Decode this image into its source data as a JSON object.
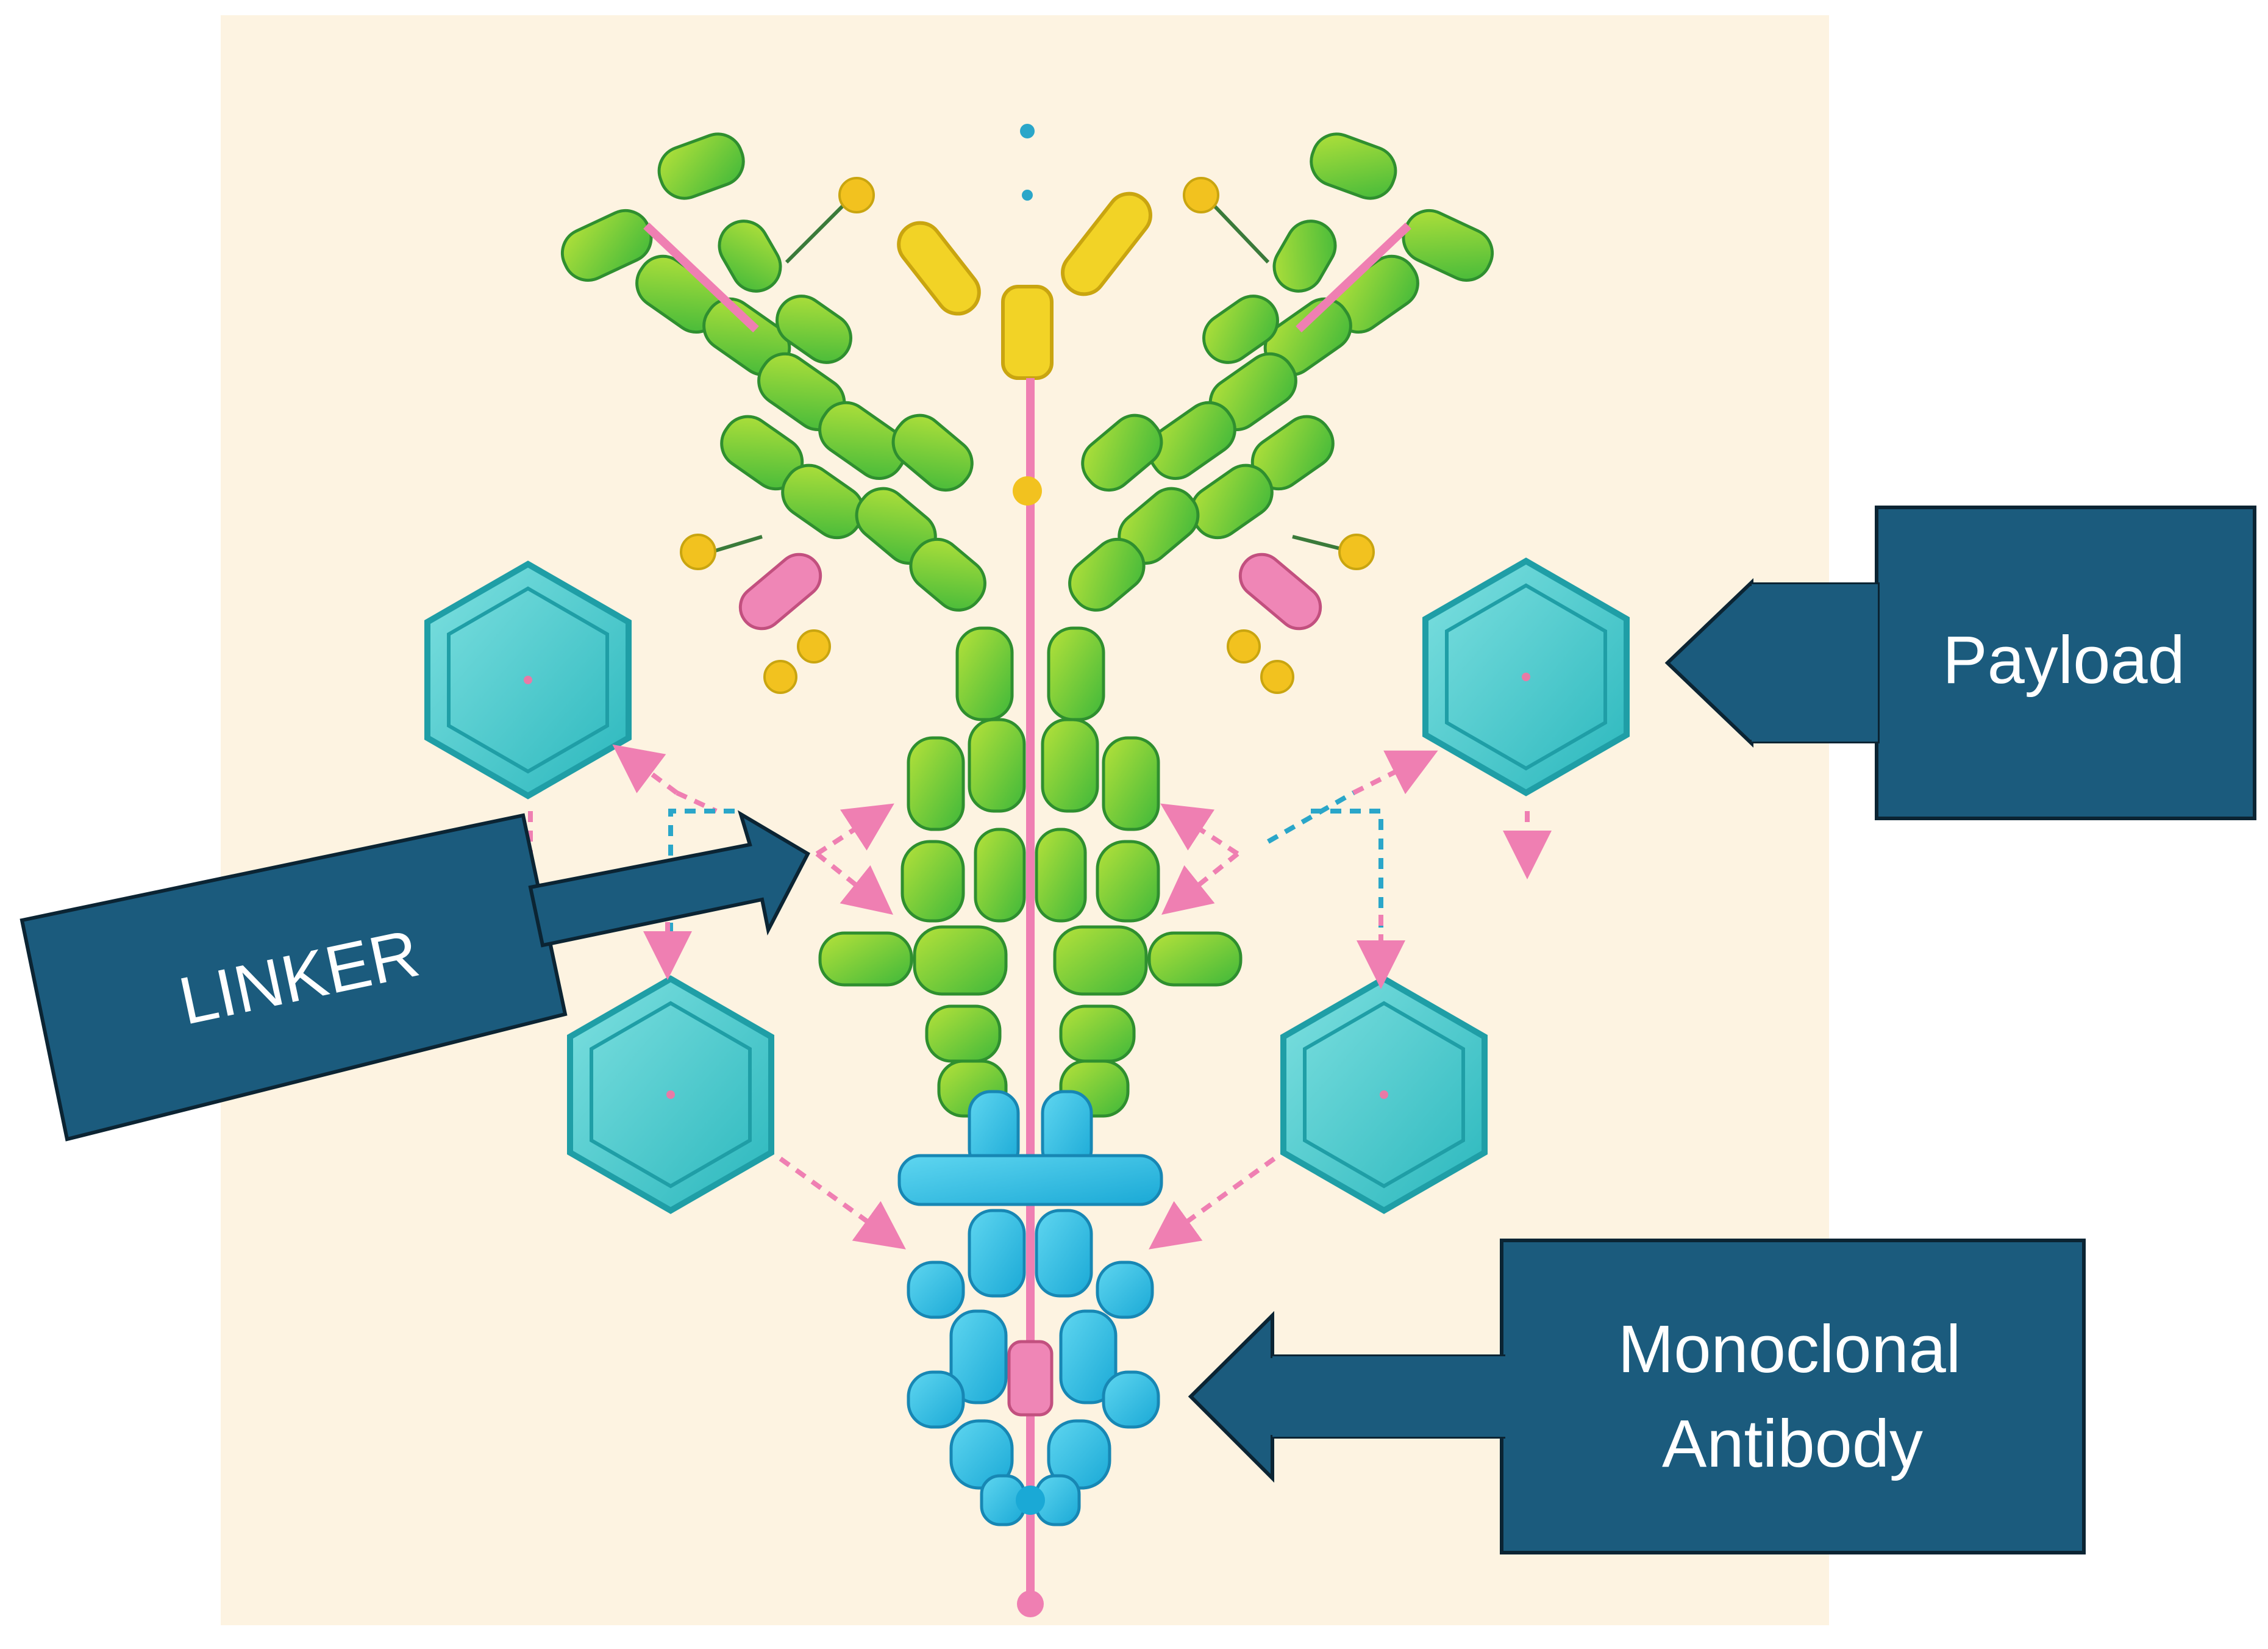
{
  "colors": {
    "background_panel": "#fdf3e1",
    "label_box": "#1b5b7d",
    "label_border": "#0b2433",
    "label_text": "#ffffff",
    "heavy_chain": "#7fd12e",
    "light_chain": "#f0d11f",
    "fc_region": "#2dbde0",
    "linker_line": "#ef7fb2",
    "payload_hex": "#3cc9c9"
  },
  "labels": {
    "payload": "Payload",
    "linker": "LINKER",
    "antibody_line1": "Monoclonal",
    "antibody_line2": "Antibody"
  },
  "icons": {
    "payload": "hexagon-icon",
    "antibody": "y-shaped-antibody-icon"
  }
}
